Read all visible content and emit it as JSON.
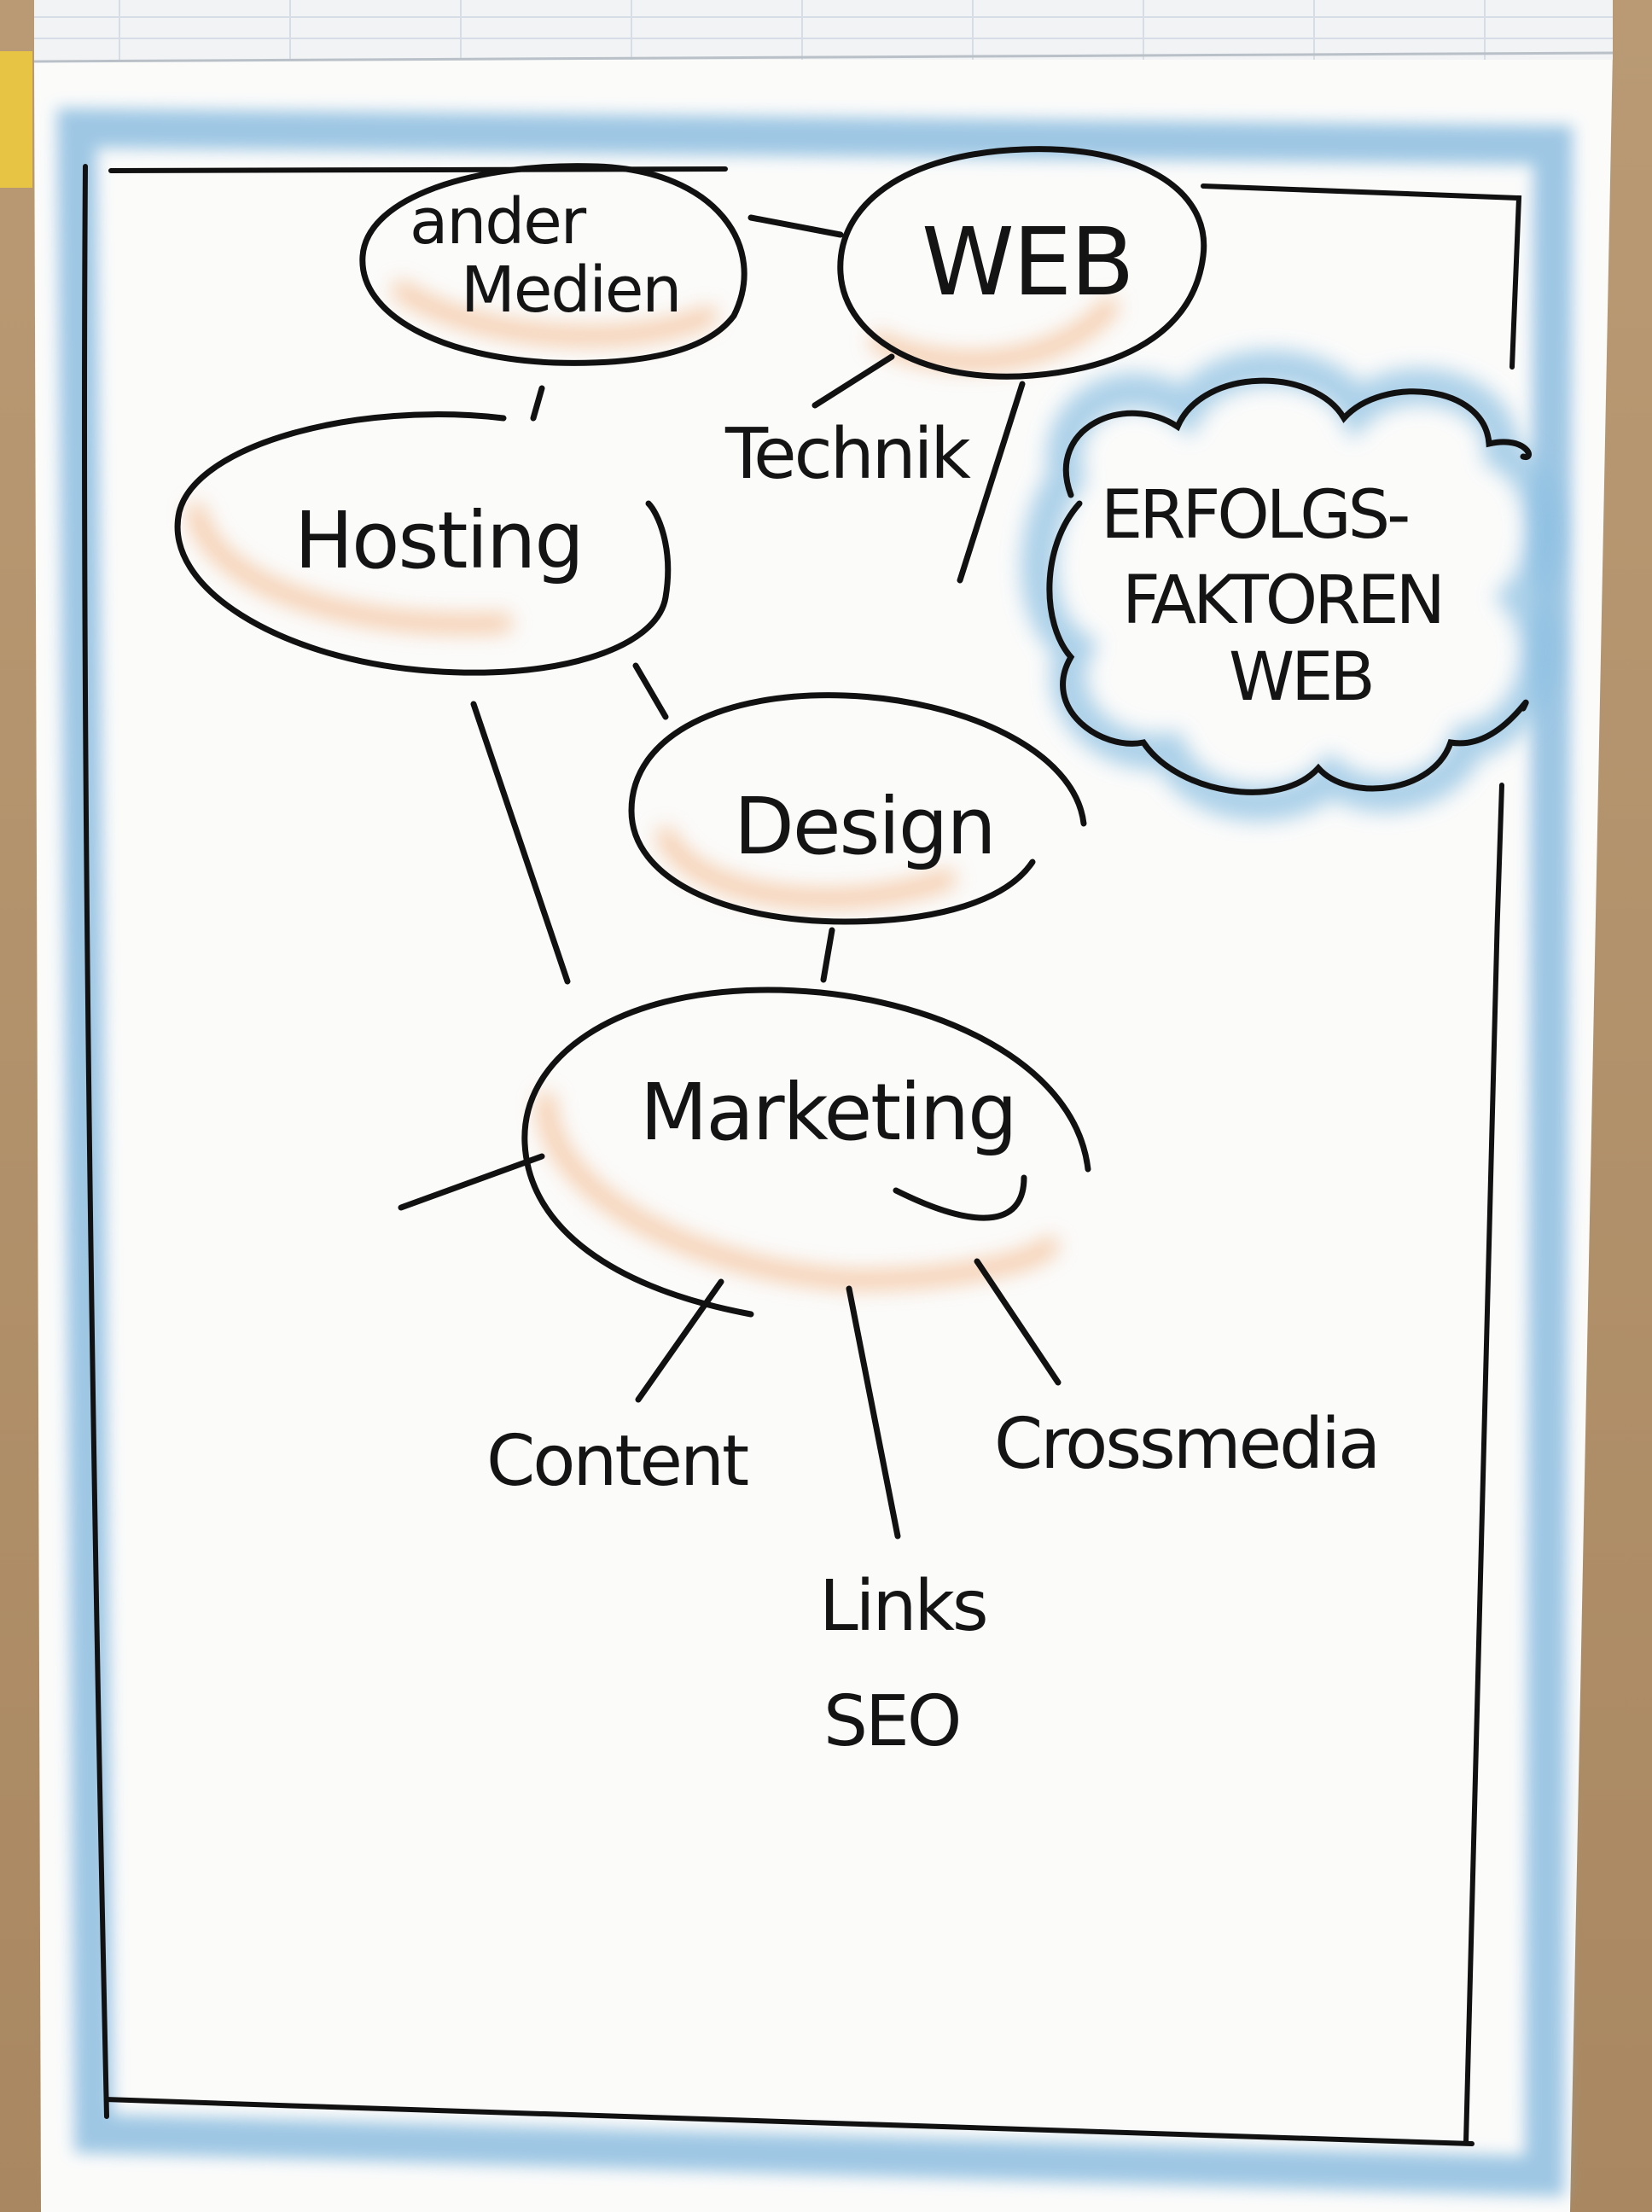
{
  "colors": {
    "ink": "#111111",
    "paper": "#fbfbfa",
    "frame_blue": "#7fb6dd",
    "highlight_orange": "#f0a46a",
    "board_brown": "#b08f6a"
  },
  "title_cloud": {
    "lines": [
      "ERFOLGS-",
      "FAKTOREN",
      "WEB"
    ]
  },
  "nodes": {
    "web": "WEB",
    "andere_medien": [
      "ander",
      "Medien"
    ],
    "hosting": "Hosting",
    "design": "Design",
    "marketing": "Marketing"
  },
  "leaves": {
    "technik": "Technik",
    "content": "Content",
    "crossmedia": "Crossmedia",
    "links_seo": [
      "Links",
      "SEO"
    ]
  }
}
